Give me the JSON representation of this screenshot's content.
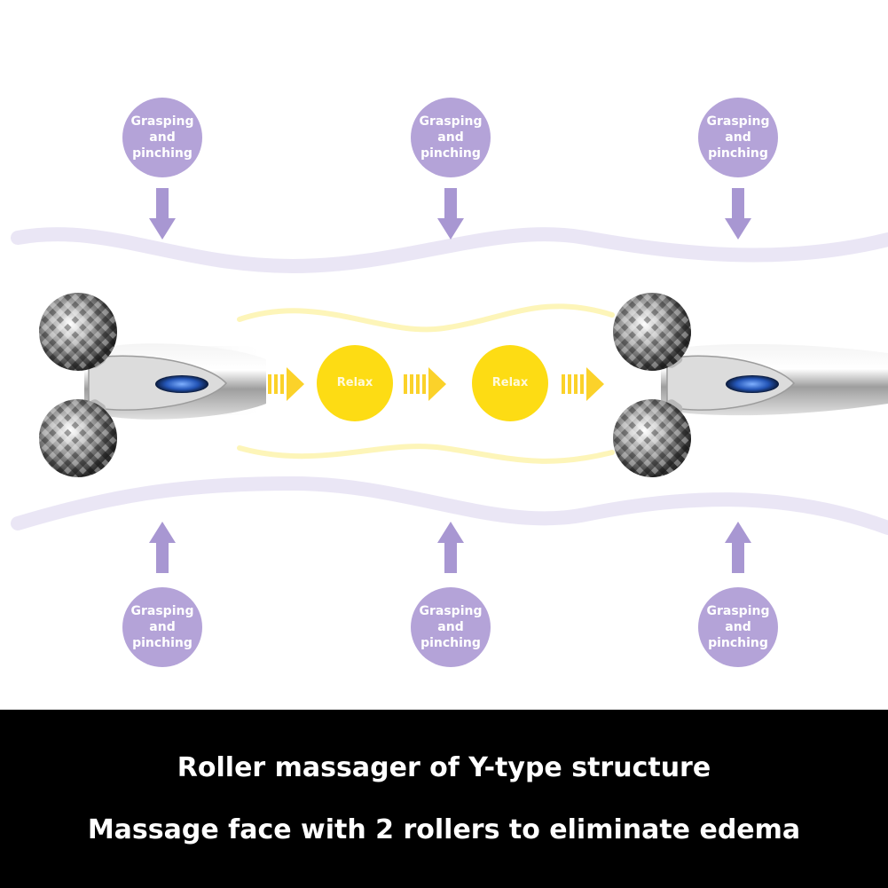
{
  "colors": {
    "purple": "#b4a3d8",
    "purple_arrow": "#a897d2",
    "purple_wave": "#dcd5ef",
    "yellow": "#fddc14",
    "yellow_arrow": "#fbd22a",
    "yellow_wave": "#fcf3a8",
    "caption_bg": "#000000",
    "caption_text": "#ffffff"
  },
  "top_circles": [
    {
      "label": "Grasping and pinching"
    },
    {
      "label": "Grasping and pinching"
    },
    {
      "label": "Grasping and pinching"
    }
  ],
  "bottom_circles": [
    {
      "label": "Grasping and pinching"
    },
    {
      "label": "Grasping and pinching"
    },
    {
      "label": "Grasping and pinching"
    }
  ],
  "relax_circles": [
    {
      "label": "Relax"
    },
    {
      "label": "Relax"
    }
  ],
  "caption": {
    "line1": "Roller massager of Y-type structure",
    "line2": "Massage face with 2 rollers to eliminate edema"
  }
}
